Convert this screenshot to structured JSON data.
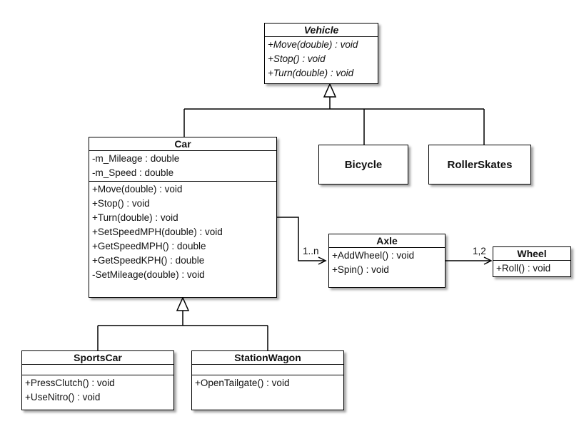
{
  "classes": {
    "vehicle": {
      "name": "Vehicle",
      "methods": [
        "+Move(double) : void",
        "+Stop() : void",
        "+Turn(double) : void"
      ]
    },
    "car": {
      "name": "Car",
      "attributes": [
        "-m_Mileage : double",
        "-m_Speed : double"
      ],
      "methods": [
        "+Move(double) : void",
        "+Stop() : void",
        "+Turn(double) : void",
        "+SetSpeedMPH(double) : void",
        "+GetSpeedMPH() : double",
        "+GetSpeedKPH() : double",
        "-SetMileage(double) : void"
      ]
    },
    "bicycle": {
      "name": "Bicycle"
    },
    "rollerskates": {
      "name": "RollerSkates"
    },
    "axle": {
      "name": "Axle",
      "methods": [
        "+AddWheel() : void",
        "+Spin() : void"
      ]
    },
    "wheel": {
      "name": "Wheel",
      "methods": [
        "+Roll() : void"
      ]
    },
    "sportscar": {
      "name": "SportsCar",
      "methods": [
        "+PressClutch() : void",
        "+UseNitro() : void"
      ]
    },
    "stationwagon": {
      "name": "StationWagon",
      "methods": [
        "+OpenTailgate() : void"
      ]
    }
  },
  "multiplicities": {
    "car_axle": "1..n",
    "axle_wheel": "1,2"
  }
}
